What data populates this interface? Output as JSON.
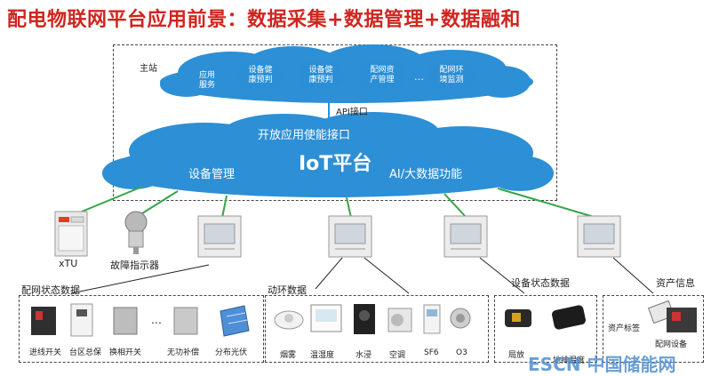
{
  "title": "配电物联网平台应用前景：数据采集+数据管理+数据融和",
  "master_station": {
    "label": "主站",
    "top_cloud_items": [
      "应用\n服务",
      "设备健\n康预判",
      "设备健\n康预判",
      "配网资\n产管理",
      "…",
      "配网环\n境监测"
    ],
    "api_label": "API接口"
  },
  "iot_cloud": {
    "open_interface": "开放应用使能接口",
    "center": "IoT平台",
    "left": "设备管理",
    "right": "AI/大数据功能"
  },
  "devices": {
    "xtu": "xTU",
    "fault_indicator": "故障指示器"
  },
  "groups": {
    "grid_status": {
      "title": "配网状态数据",
      "items": [
        "进线开关",
        "台区总保",
        "换相开关",
        "…",
        "无功补偿",
        "分布光伏"
      ]
    },
    "env": {
      "title": "动环数据",
      "items": [
        "烟雾",
        "温湿度",
        "水浸",
        "空调",
        "SF6",
        "O3"
      ]
    },
    "device_status": {
      "title": "设备状态数据",
      "items": [
        "局放",
        "地排温度"
      ]
    },
    "asset": {
      "title": "资产信息",
      "items": [
        "资产标签",
        "配网设备"
      ]
    }
  },
  "watermark": "ESCN 中国储能网"
}
